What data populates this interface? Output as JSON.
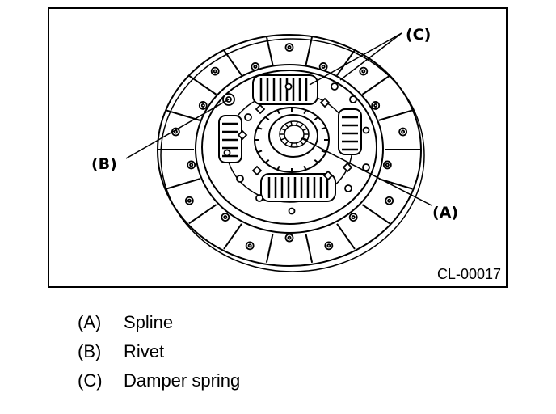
{
  "callouts": {
    "a": "(A)",
    "b": "(B)",
    "c": "(C)"
  },
  "figure_code": "CL-00017",
  "legend": [
    {
      "key": "(A)",
      "label": "Spline"
    },
    {
      "key": "(B)",
      "label": "Rivet"
    },
    {
      "key": "(C)",
      "label": "Damper spring"
    }
  ]
}
